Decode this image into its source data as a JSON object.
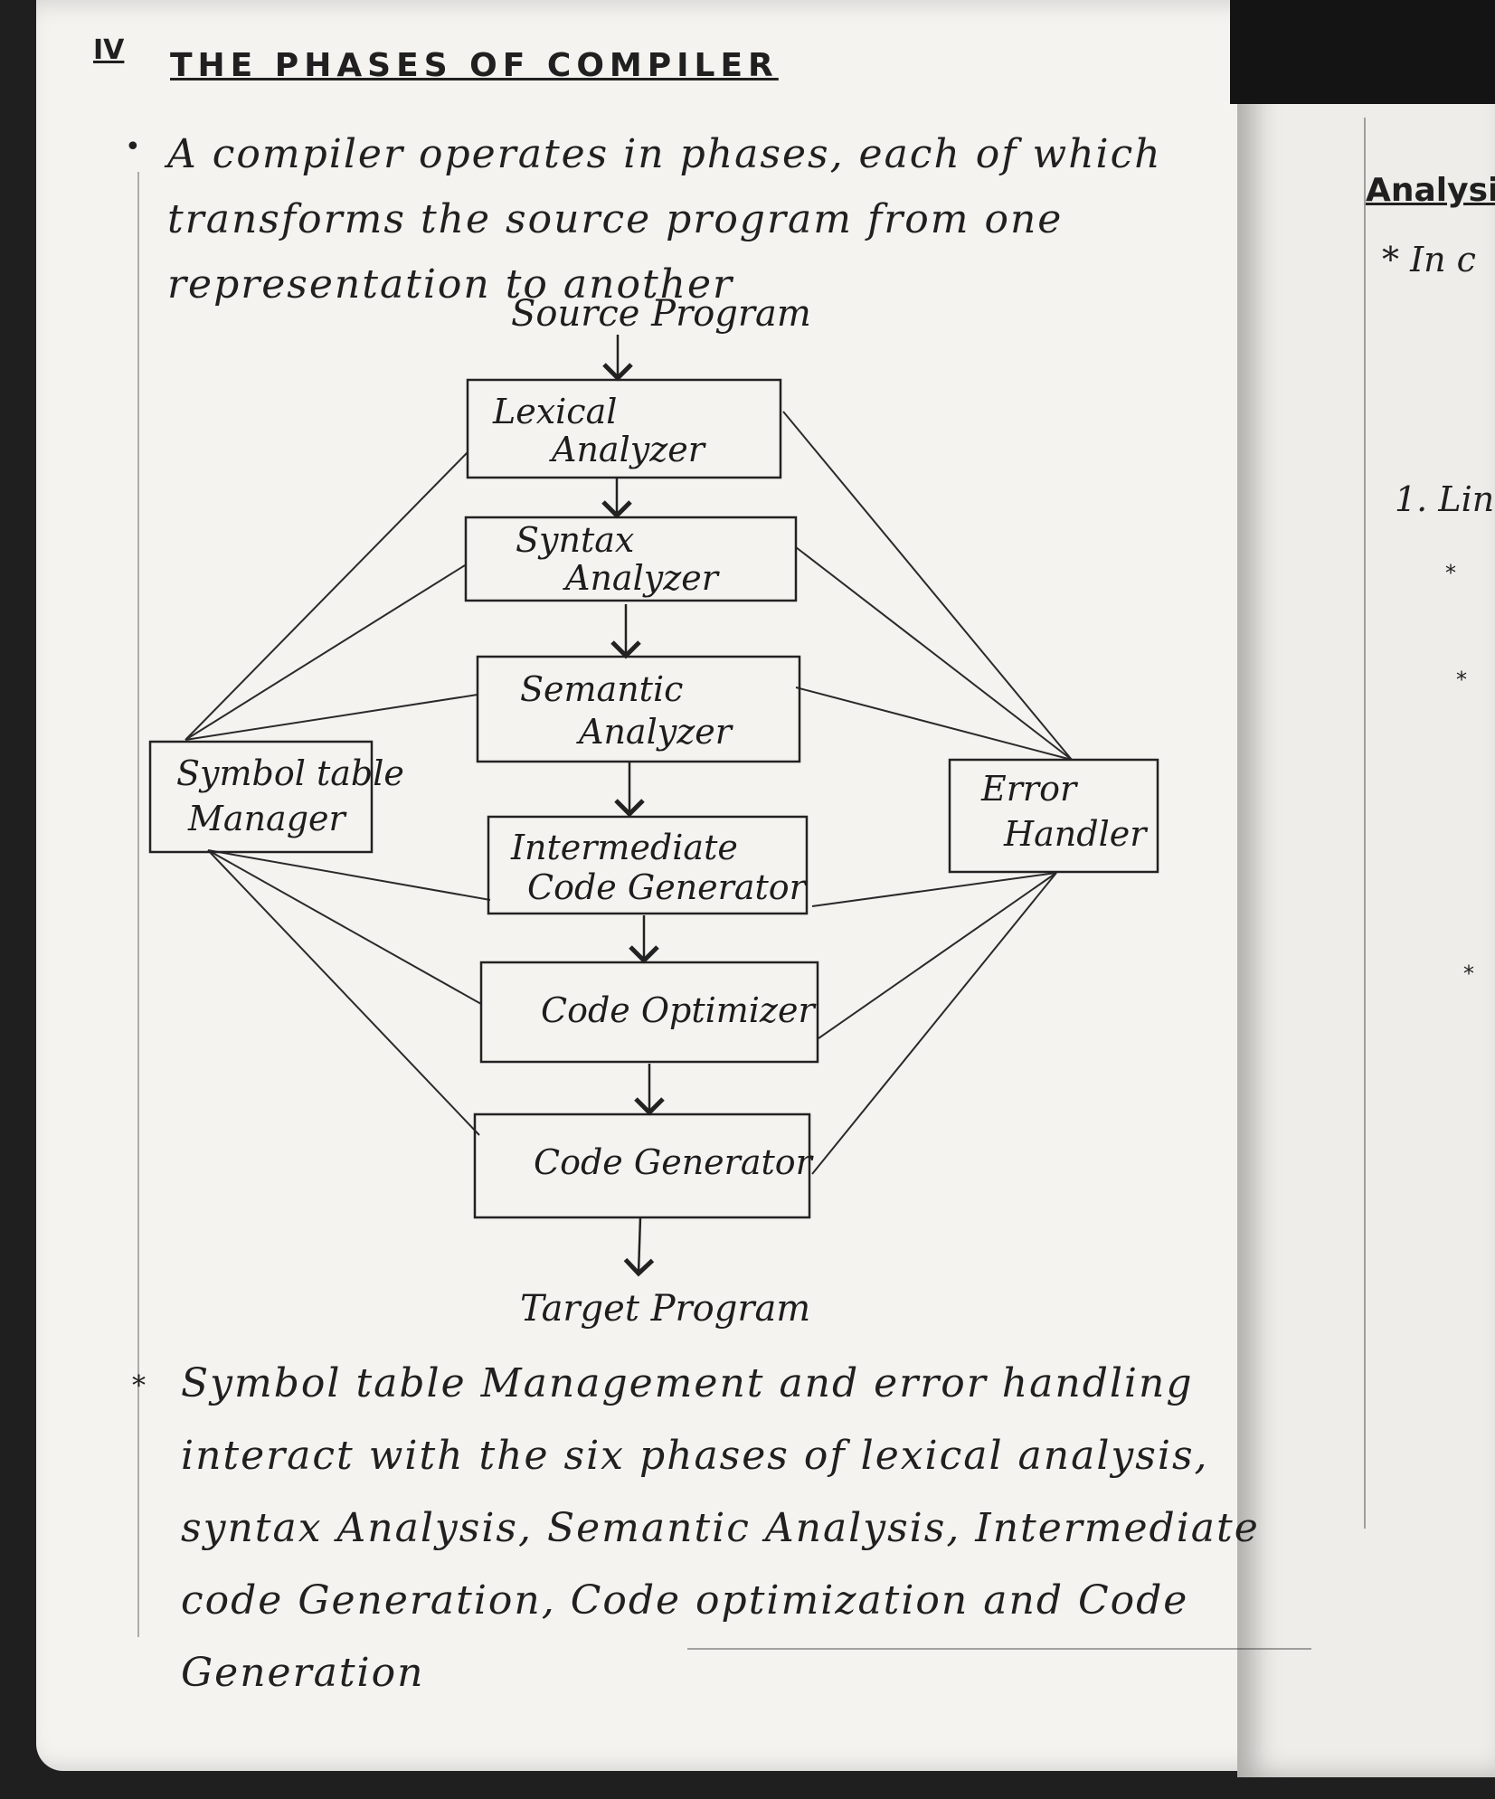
{
  "section_number": "IV",
  "heading": "THE PHASES OF COMPILER",
  "intro": {
    "bullet": "•",
    "text": "A compiler operates in phases, each of which transforms the source program from one representation to another"
  },
  "diagram": {
    "input_label": "Source Program",
    "output_label": "Target Program",
    "phases": [
      {
        "line1": "Lexical",
        "line2": "Analyzer"
      },
      {
        "line1": "Syntax",
        "line2": "Analyzer"
      },
      {
        "line1": "Semantic",
        "line2": "Analyzer"
      },
      {
        "line1": "Intermediate",
        "line2": "Code Generator"
      },
      {
        "line1": "Code Optimizer",
        "line2": ""
      },
      {
        "line1": "Code Generator",
        "line2": ""
      }
    ],
    "left_box": {
      "line1": "Symbol table",
      "line2": "Manager"
    },
    "right_box": {
      "line1": "Error",
      "line2": "Handler"
    }
  },
  "summary": {
    "bullet": "*",
    "text": "Symbol table Management and error handling interact with the six phases of lexical analysis, syntax Analysis, Semantic Analysis, Intermediate code Generation, Code optimization and Code Generation"
  },
  "right_page": {
    "heading": "Analysi",
    "bullet_line": "* In c",
    "item": "1. Lin"
  }
}
